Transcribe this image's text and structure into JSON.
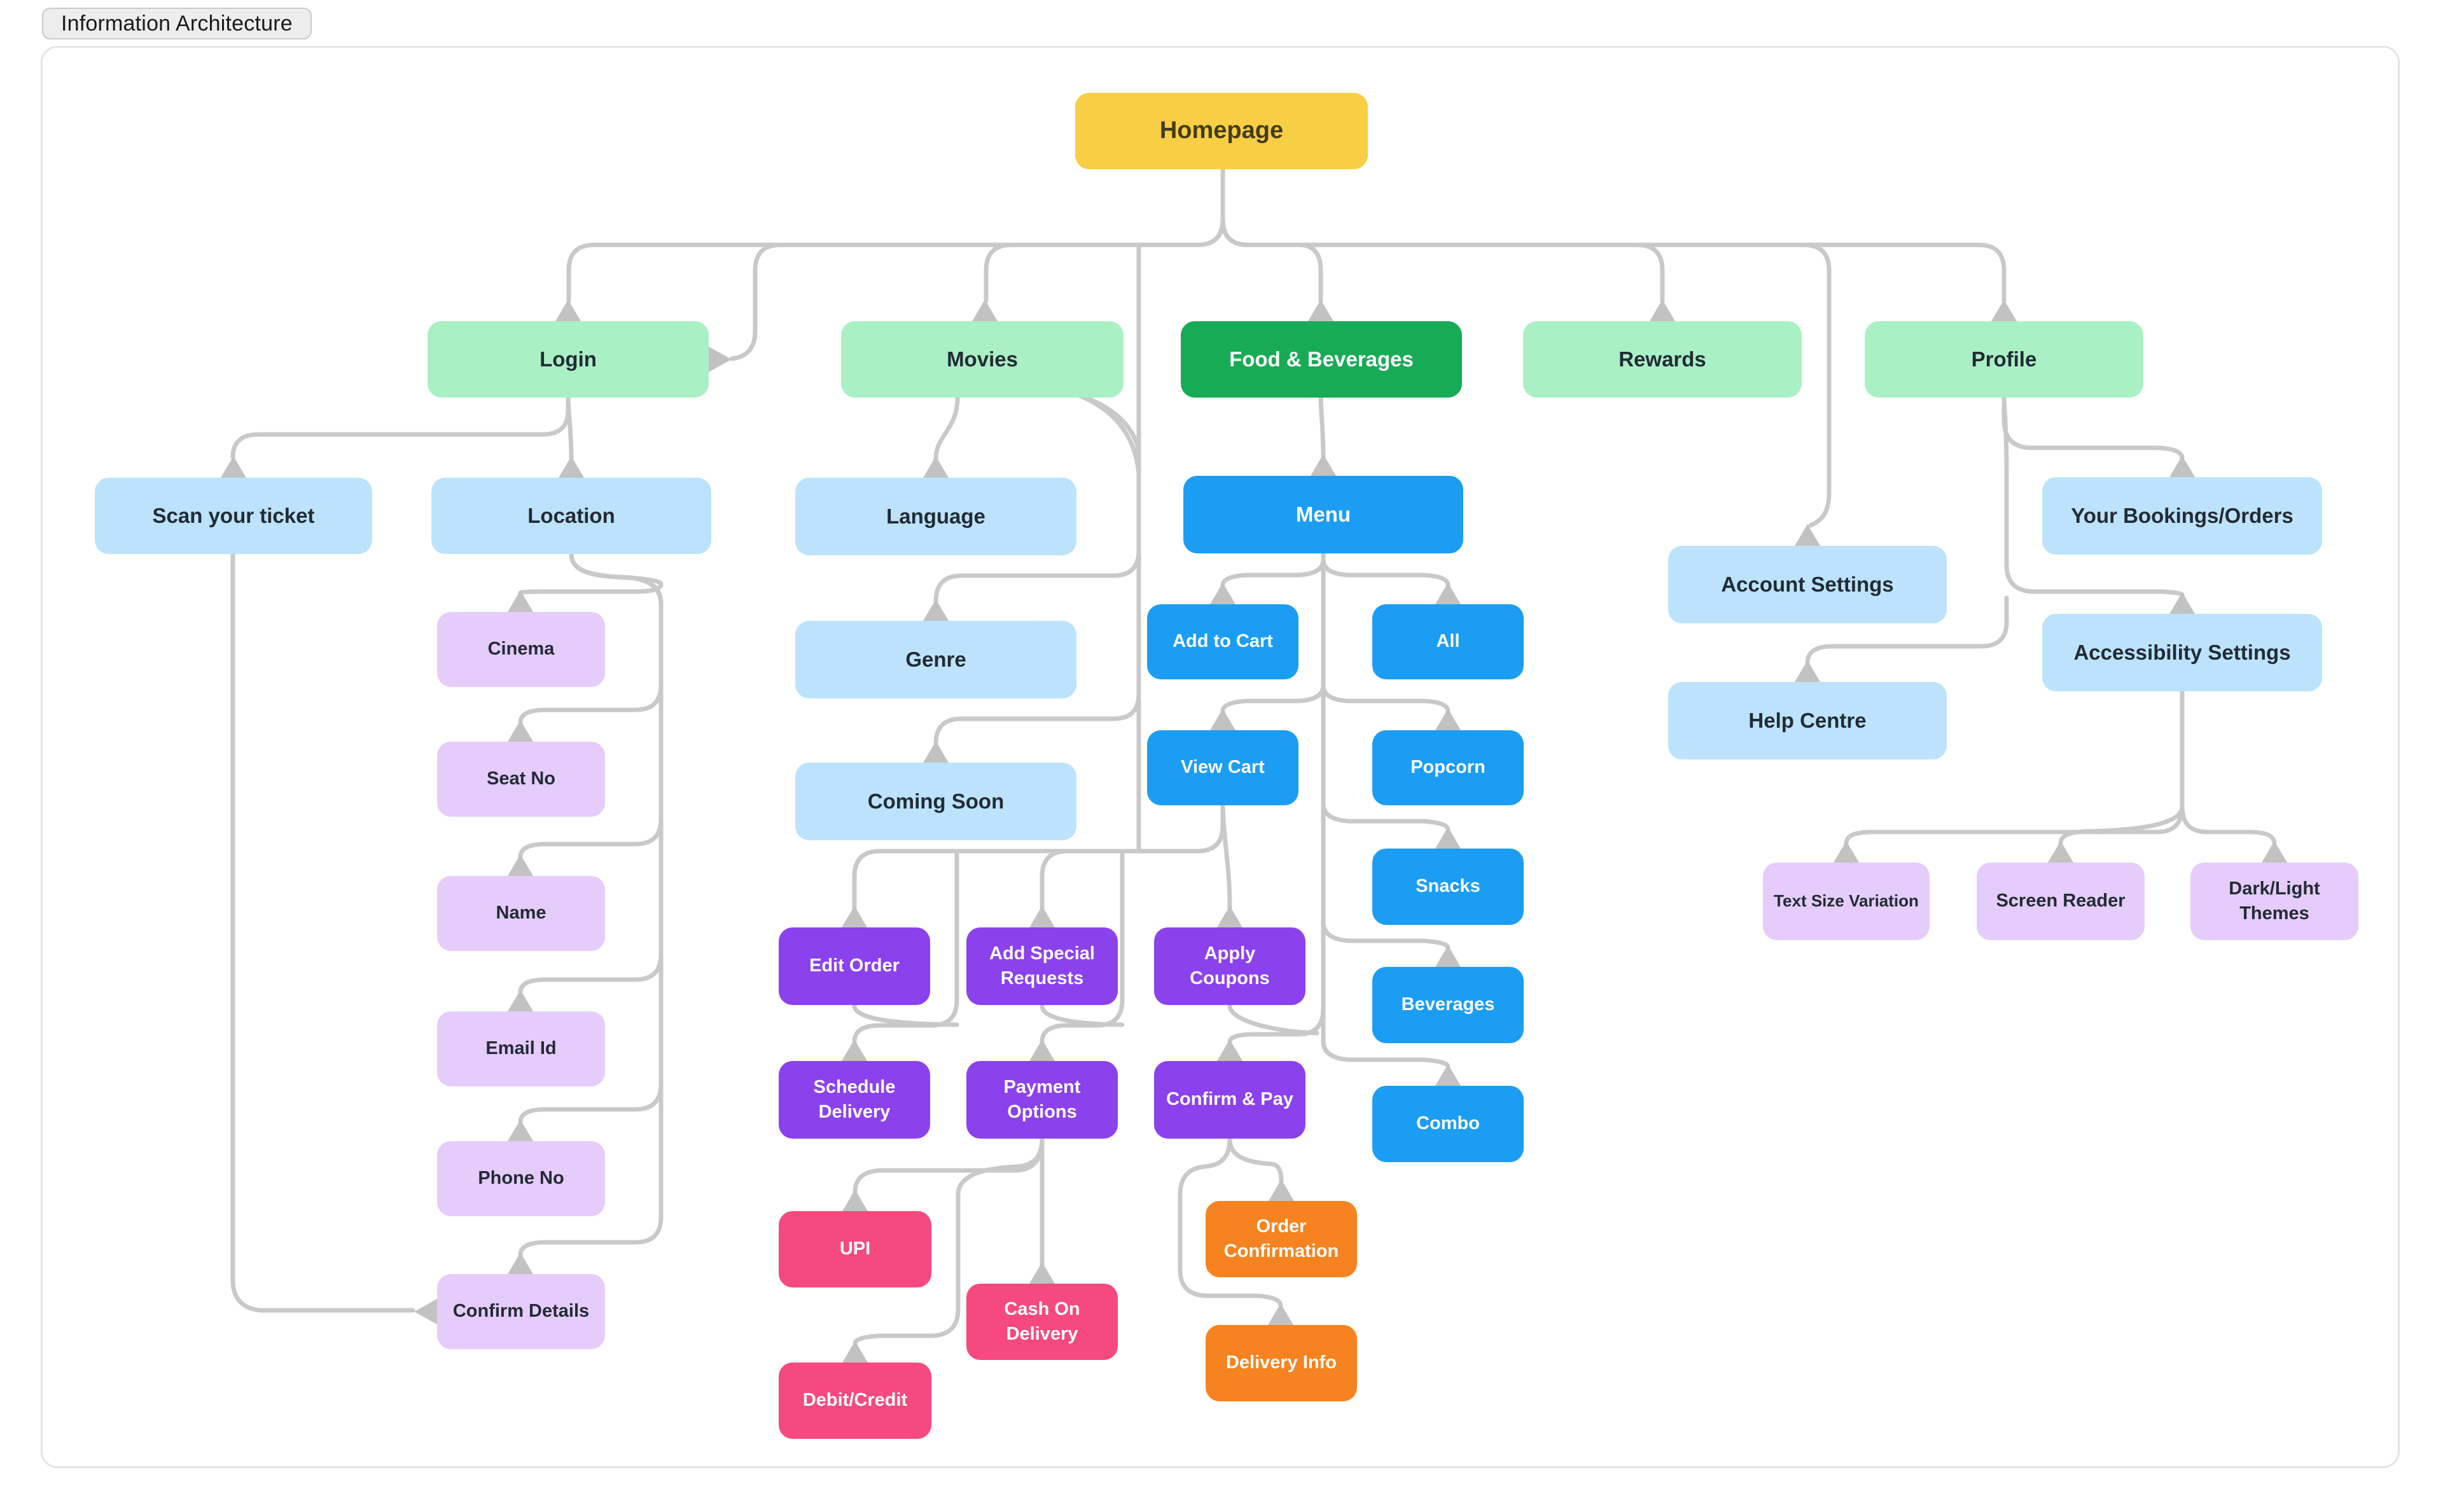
{
  "page": {
    "tab_label": "Information Architecture"
  },
  "palette": {
    "yellow": "#F8CE45",
    "light_green": "#AAF0C5",
    "green": "#17AB56",
    "light_blue": "#BCE3FB",
    "blue": "#1B9DF3",
    "light_purple": "#E5CCFA",
    "purple": "#8B41EC",
    "pink": "#F5497F",
    "orange": "#F6831F",
    "connector": "#C9C9C9",
    "arrow": "#C2C2C2",
    "text_dark": "#222B36",
    "text_light": "#FFFFFF",
    "root_text": "#443C14"
  },
  "diagram": {
    "nodes": [
      {
        "id": "homepage",
        "label": "Homepage",
        "color": "yellow"
      },
      {
        "id": "login",
        "label": "Login",
        "color": "light_green"
      },
      {
        "id": "movies",
        "label": "Movies",
        "color": "light_green"
      },
      {
        "id": "food-beverages",
        "label": "Food & Beverages",
        "color": "green"
      },
      {
        "id": "rewards",
        "label": "Rewards",
        "color": "light_green"
      },
      {
        "id": "profile",
        "label": "Profile",
        "color": "light_green"
      },
      {
        "id": "scan-your-ticket",
        "label": "Scan your ticket",
        "color": "light_blue"
      },
      {
        "id": "location",
        "label": "Location",
        "color": "light_blue"
      },
      {
        "id": "language",
        "label": "Language",
        "color": "light_blue"
      },
      {
        "id": "genre",
        "label": "Genre",
        "color": "light_blue"
      },
      {
        "id": "coming-soon",
        "label": "Coming Soon",
        "color": "light_blue"
      },
      {
        "id": "menu",
        "label": "Menu",
        "color": "blue"
      },
      {
        "id": "add-to-cart",
        "label": "Add to Cart",
        "color": "blue"
      },
      {
        "id": "view-cart",
        "label": "View Cart",
        "color": "blue"
      },
      {
        "id": "all",
        "label": "All",
        "color": "blue"
      },
      {
        "id": "popcorn",
        "label": "Popcorn",
        "color": "blue"
      },
      {
        "id": "snacks",
        "label": "Snacks",
        "color": "blue"
      },
      {
        "id": "beverages",
        "label": "Beverages",
        "color": "blue"
      },
      {
        "id": "combo",
        "label": "Combo",
        "color": "blue"
      },
      {
        "id": "cinema",
        "label": "Cinema",
        "color": "light_purple"
      },
      {
        "id": "seat-no",
        "label": "Seat No",
        "color": "light_purple"
      },
      {
        "id": "name",
        "label": "Name",
        "color": "light_purple"
      },
      {
        "id": "email-id",
        "label": "Email Id",
        "color": "light_purple"
      },
      {
        "id": "phone-no",
        "label": "Phone No",
        "color": "light_purple"
      },
      {
        "id": "confirm-details",
        "label": "Confirm Details",
        "color": "light_purple"
      },
      {
        "id": "edit-order",
        "label": "Edit Order",
        "color": "purple"
      },
      {
        "id": "add-special-requests",
        "label": "Add Special Requests",
        "color": "purple"
      },
      {
        "id": "apply-coupons",
        "label": "Apply Coupons",
        "color": "purple"
      },
      {
        "id": "schedule-delivery",
        "label": "Schedule Delivery",
        "color": "purple"
      },
      {
        "id": "payment-options",
        "label": "Payment Options",
        "color": "purple"
      },
      {
        "id": "confirm-and-pay",
        "label": "Confirm & Pay",
        "color": "purple"
      },
      {
        "id": "upi",
        "label": "UPI",
        "color": "pink"
      },
      {
        "id": "cash-on-delivery",
        "label": "Cash On Delivery",
        "color": "pink"
      },
      {
        "id": "debit-credit",
        "label": "Debit/Credit",
        "color": "pink"
      },
      {
        "id": "order-confirmation",
        "label": "Order Confirmation",
        "color": "orange"
      },
      {
        "id": "delivery-info",
        "label": "Delivery Info",
        "color": "orange"
      },
      {
        "id": "account-settings",
        "label": "Account Settings",
        "color": "light_blue"
      },
      {
        "id": "your-bookings-orders",
        "label": "Your Bookings/Orders",
        "color": "light_blue"
      },
      {
        "id": "accessibility-settings",
        "label": "Accessibility Settings",
        "color": "light_blue"
      },
      {
        "id": "help-centre",
        "label": "Help Centre",
        "color": "light_blue"
      },
      {
        "id": "text-size-variation",
        "label": "Text Size Variation",
        "color": "light_purple"
      },
      {
        "id": "screen-reader",
        "label": "Screen Reader",
        "color": "light_purple"
      },
      {
        "id": "dark-light-themes",
        "label": "Dark/Light Themes",
        "color": "light_purple"
      }
    ],
    "edges": [
      {
        "from": "homepage",
        "to": "login"
      },
      {
        "from": "homepage",
        "to": "movies"
      },
      {
        "from": "homepage",
        "to": "food-beverages"
      },
      {
        "from": "homepage",
        "to": "rewards"
      },
      {
        "from": "homepage",
        "to": "profile"
      },
      {
        "from": "homepage",
        "to": "account-settings"
      },
      {
        "from": "login",
        "to": "scan-your-ticket"
      },
      {
        "from": "login",
        "to": "location"
      },
      {
        "from": "location",
        "to": "cinema"
      },
      {
        "from": "location",
        "to": "seat-no"
      },
      {
        "from": "location",
        "to": "name"
      },
      {
        "from": "location",
        "to": "email-id"
      },
      {
        "from": "location",
        "to": "phone-no"
      },
      {
        "from": "location",
        "to": "confirm-details"
      },
      {
        "from": "scan-your-ticket",
        "to": "confirm-details"
      },
      {
        "from": "movies",
        "to": "language"
      },
      {
        "from": "movies",
        "to": "genre"
      },
      {
        "from": "movies",
        "to": "coming-soon"
      },
      {
        "from": "food-beverages",
        "to": "menu"
      },
      {
        "from": "menu",
        "to": "add-to-cart"
      },
      {
        "from": "menu",
        "to": "all"
      },
      {
        "from": "menu",
        "to": "view-cart"
      },
      {
        "from": "menu",
        "to": "popcorn"
      },
      {
        "from": "menu",
        "to": "snacks"
      },
      {
        "from": "menu",
        "to": "beverages"
      },
      {
        "from": "menu",
        "to": "combo"
      },
      {
        "from": "view-cart",
        "to": "edit-order"
      },
      {
        "from": "view-cart",
        "to": "add-special-requests"
      },
      {
        "from": "view-cart",
        "to": "apply-coupons"
      },
      {
        "from": "edit-order",
        "to": "schedule-delivery"
      },
      {
        "from": "add-special-requests",
        "to": "payment-options"
      },
      {
        "from": "apply-coupons",
        "to": "confirm-and-pay"
      },
      {
        "from": "payment-options",
        "to": "upi"
      },
      {
        "from": "payment-options",
        "to": "cash-on-delivery"
      },
      {
        "from": "payment-options",
        "to": "debit-credit"
      },
      {
        "from": "confirm-and-pay",
        "to": "order-confirmation"
      },
      {
        "from": "confirm-and-pay",
        "to": "delivery-info"
      },
      {
        "from": "profile",
        "to": "your-bookings-orders"
      },
      {
        "from": "profile",
        "to": "accessibility-settings"
      },
      {
        "from": "profile",
        "to": "help-centre"
      },
      {
        "from": "accessibility-settings",
        "to": "text-size-variation"
      },
      {
        "from": "accessibility-settings",
        "to": "screen-reader"
      },
      {
        "from": "accessibility-settings",
        "to": "dark-light-themes"
      }
    ]
  }
}
